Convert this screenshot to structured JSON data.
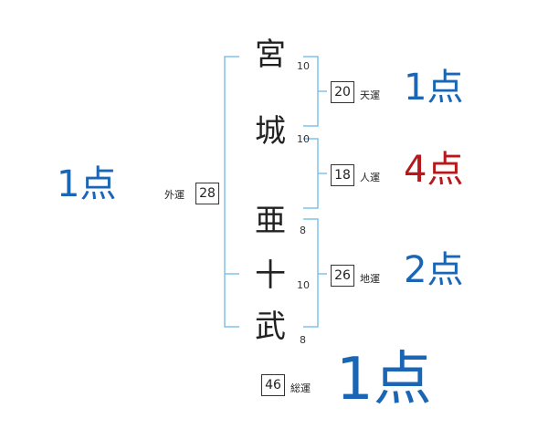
{
  "characters": [
    {
      "char": "宮",
      "strokes": "10"
    },
    {
      "char": "城",
      "strokes": "10"
    },
    {
      "char": "亜",
      "strokes": "8"
    },
    {
      "char": "十",
      "strokes": "10"
    },
    {
      "char": "武",
      "strokes": "8"
    }
  ],
  "luck": {
    "outer": {
      "label": "外運",
      "value": "28",
      "score": "1点",
      "color": "#1a66b5"
    },
    "heaven": {
      "label": "天運",
      "value": "20",
      "score": "1点",
      "color": "#1a66b5"
    },
    "person": {
      "label": "人運",
      "value": "18",
      "score": "4点",
      "color": "#b5191c"
    },
    "earth": {
      "label": "地運",
      "value": "26",
      "score": "2点",
      "color": "#1a66b5"
    },
    "total": {
      "label": "総運",
      "value": "46",
      "score": "1点",
      "color": "#1a66b5"
    }
  },
  "colors": {
    "bracket": "#7ec3ea"
  }
}
